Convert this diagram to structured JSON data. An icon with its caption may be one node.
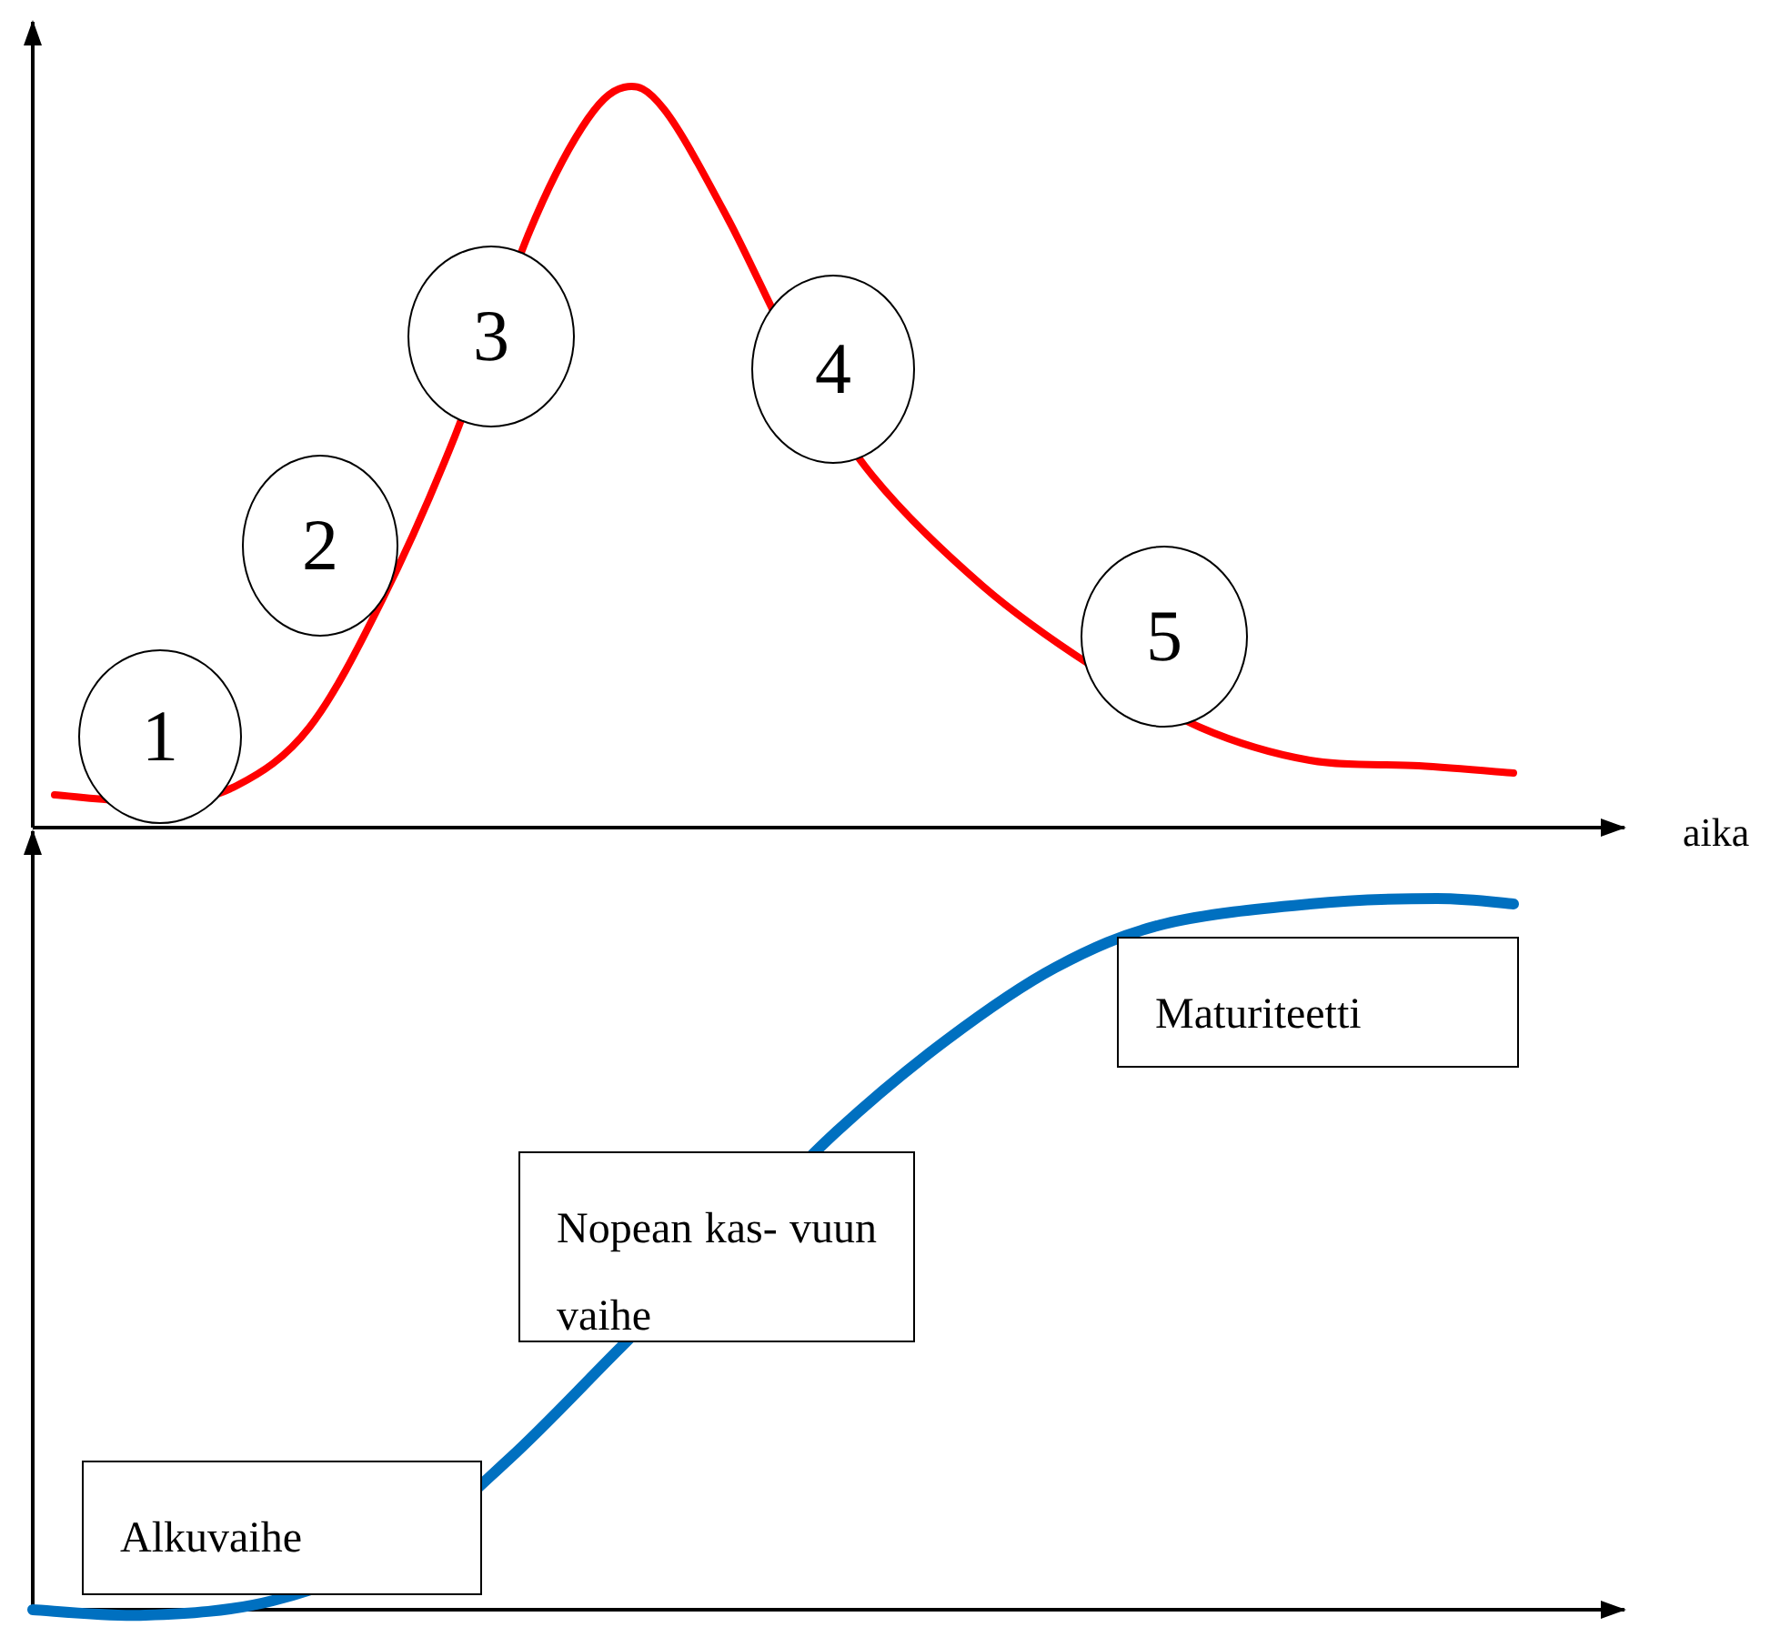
{
  "diagram": {
    "nodes": [
      {
        "text": [
          "1"
        ]
      },
      {
        "text": [
          "2"
        ]
      },
      {
        "text": [
          "3"
        ]
      },
      {
        "text": [
          "4"
        ]
      },
      {
        "text": [
          "5"
        ]
      },
      {
        "text": [
          "Maturiteetti"
        ]
      },
      {
        "text": [
          "Nopean kas- vuun vaihe"
        ]
      },
      {
        "text": [
          "Alkuvaihe"
        ]
      }
    ],
    "labels": [
      "aika"
    ]
  }
}
